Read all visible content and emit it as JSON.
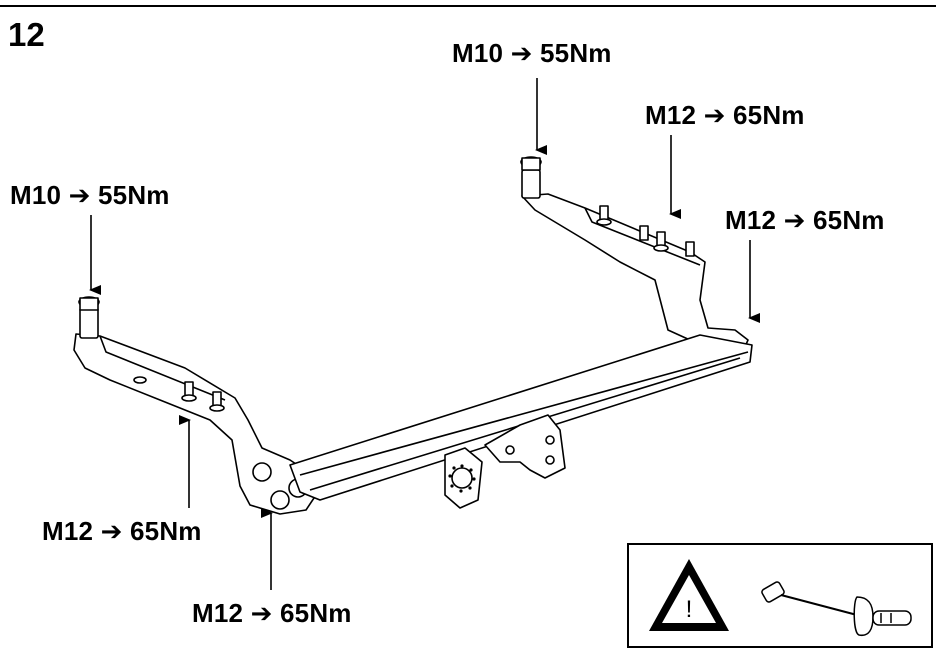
{
  "step_number": "12",
  "torque_labels": {
    "top_center": "M10 ➔ 55Nm",
    "top_right_upper": "M12 ➔ 65Nm",
    "left": "M10 ➔ 55Nm",
    "right": "M12 ➔ 65Nm",
    "bottom_left": "M12 ➔ 65Nm",
    "bottom": "M12 ➔ 65Nm"
  },
  "warning": {
    "symbol": "!",
    "icons": [
      "warning-triangle-icon",
      "torque-wrench-icon"
    ]
  }
}
